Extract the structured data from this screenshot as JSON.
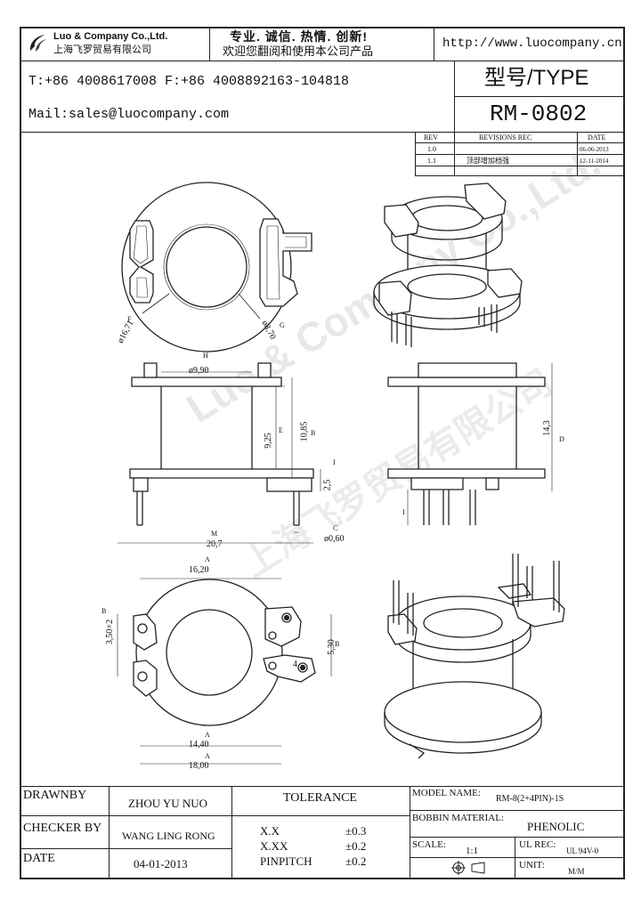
{
  "header": {
    "company_en": "Luo & Company Co.,Ltd.",
    "company_cn": "上海飞罗贸易有限公司",
    "slogan_line1": "专业. 诚信.  热情.  创新!",
    "slogan_line2": "欢迎您翻阅和使用本公司产品",
    "website": "http://www.luocompany.cn",
    "phone_fax": "T:+86 4008617008 F:+86 4008892163-104818",
    "mail": "Mail:sales@luocompany.com",
    "type_label": "型号/TYPE",
    "model": "RM-0802"
  },
  "revisions": {
    "headers": [
      "REV",
      "REVISIONS REC",
      "DATE"
    ],
    "rows": [
      {
        "rev": "1.0",
        "rec": "",
        "date": "06-06-2013"
      },
      {
        "rev": "1.1",
        "rec": "顶部增加档强",
        "date": "12-11-2014"
      }
    ]
  },
  "dimensions": {
    "A": "A",
    "B": "B",
    "C": "C",
    "D": "D",
    "E": "E",
    "F": "F",
    "G": "G",
    "H": "H",
    "I": "I",
    "M": "M",
    "d_16_71": "ø16,71",
    "d_8_70": "ø8,70",
    "d_9_90": "ø9,90",
    "h_9_25": "9,25",
    "h_10_85": "10,85",
    "h_14_3": "14,3",
    "h_2_5": "2,5",
    "d_0_60": "ø0,60",
    "w_20_7": "20,7",
    "w_16_20": "16,20",
    "w_14_40": "14,40",
    "w_18_00": "18,00",
    "v_3_50x2": "3,50×2",
    "v_5_30": "5,30",
    "pin_4": "4"
  },
  "titleblock": {
    "drawnby_label": "DRAWNBY",
    "drawnby_value": "ZHOU YU NUO",
    "checker_label": "CHECKER BY",
    "checker_value": "WANG LING RONG",
    "date_label": "DATE",
    "date_value": "04-01-2013",
    "tolerance_label": "TOLERANCE",
    "tol1_label": "X.X",
    "tol1_value": "±0.3",
    "tol2_label": "X.XX",
    "tol2_value": "±0.2",
    "tol3_label": "PINPITCH",
    "tol3_value": "±0.2",
    "model_name_label": "MODEL NAME:",
    "model_name_value": "RM-8(2+4PIN)-1S",
    "bobbin_label": "BOBBIN MATERIAL:",
    "bobbin_value": "PHENOLIC",
    "scale_label": "SCALE:",
    "scale_value": "1:1",
    "ulrec_label": "UL REC:",
    "ulrec_value": "UL 94V-0",
    "unit_label": "UNIT:",
    "unit_value": "M/M"
  },
  "watermark": {
    "line1": "Luo & Company Co.,Ltd.",
    "line2": "上海飞罗贸易有限公司"
  }
}
